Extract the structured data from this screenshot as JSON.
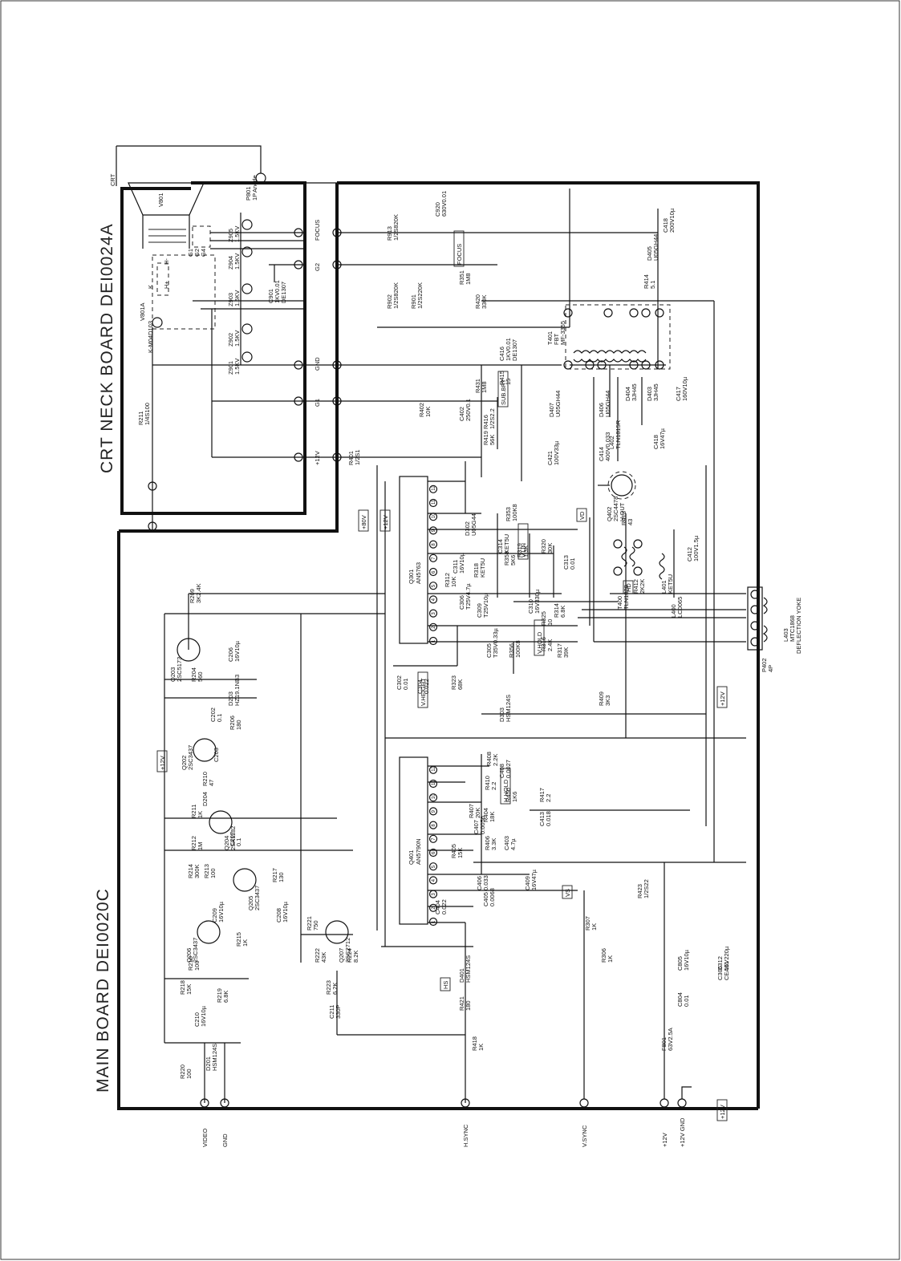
{
  "titles": {
    "crt_neck_board": "CRT NECK BOARD  DEI0024A",
    "main_board": "MAIN BOARD  DEI0020C"
  },
  "connector_bottom": [
    "VIDEO",
    "GND",
    "H.SYNC",
    "V.SYNC",
    "+12V",
    "+12V GND"
  ],
  "neck_labels": [
    "CRT",
    "Anode",
    "V801",
    "V801A",
    "K-M04D103",
    "K",
    "H+",
    "H-",
    "G1",
    "G2",
    "G4",
    "P801",
    "1P",
    "FOCUS",
    "G2",
    "GND",
    "G1",
    "+12V"
  ],
  "spark_gaps": [
    {
      "ref": "Z905",
      "val": "1.5KV"
    },
    {
      "ref": "Z904",
      "val": "1.5KV"
    },
    {
      "ref": "Z903",
      "val": "1.5KV"
    },
    {
      "ref": "Z902",
      "val": "1.5KV"
    },
    {
      "ref": "Z901",
      "val": "1.5KV"
    }
  ],
  "neck_parts": [
    {
      "ref": "C901",
      "val": "1KV0.01",
      "note": "DE1307"
    },
    {
      "ref": "R211",
      "val": "1/4S100"
    }
  ],
  "ics": [
    {
      "ref": "Q301",
      "val": "AN5763",
      "pins": [
        "1",
        "2",
        "3",
        "4",
        "5",
        "6",
        "7",
        "8",
        "9",
        "10",
        "11",
        "12"
      ]
    },
    {
      "ref": "Q401",
      "val": "AN5790N",
      "pins": [
        "1",
        "2",
        "3",
        "4",
        "5",
        "6",
        "7",
        "8",
        "9",
        "10",
        "11",
        "12"
      ]
    }
  ],
  "transistors": [
    {
      "ref": "Q203",
      "val": "2SC5173"
    },
    {
      "ref": "Q202",
      "val": "2SC3437"
    },
    {
      "ref": "Q204",
      "val": "2SA1182"
    },
    {
      "ref": "Q205",
      "val": "2SC3437"
    },
    {
      "ref": "Q206",
      "val": "2SC3437"
    },
    {
      "ref": "Q207",
      "val": "2SC2712"
    },
    {
      "ref": "Q402",
      "val": "2SC4478",
      "note": "H.OUT"
    }
  ],
  "diodes": [
    {
      "ref": "D203",
      "val": "HZ19.1NB3"
    },
    {
      "ref": "D201",
      "val": "HSM124S"
    },
    {
      "ref": "D204",
      "val": ""
    },
    {
      "ref": "D303",
      "val": "HSM124S"
    },
    {
      "ref": "D401",
      "val": "HSM124S"
    },
    {
      "ref": "D302",
      "val": "U05G44"
    },
    {
      "ref": "D407",
      "val": "U05GH44"
    },
    {
      "ref": "D406",
      "val": "U05GH44"
    },
    {
      "ref": "D404",
      "val": "3JH45"
    },
    {
      "ref": "D403",
      "val": "3JH45"
    },
    {
      "ref": "D405",
      "val": "U05GH44"
    }
  ],
  "transformers": [
    {
      "ref": "T401",
      "val": "FBT",
      "note": "MF-3355"
    },
    {
      "ref": "T400",
      "val": "TLN1828"
    },
    {
      "ref": "L402",
      "val": "TLN1815R"
    },
    {
      "ref": "L401",
      "val": "KET5U"
    },
    {
      "ref": "L400",
      "val": "LC0065"
    }
  ],
  "resistors_caps": [
    {
      "ref": "R913",
      "val": "1/2S820K"
    },
    {
      "ref": "C920",
      "val": "630V0.01"
    },
    {
      "ref": "R902",
      "val": "1/2S820K"
    },
    {
      "ref": "R901",
      "val": "1/2S220K"
    },
    {
      "ref": "R351",
      "val": "1M8"
    },
    {
      "ref": "R420",
      "val": "330K"
    },
    {
      "ref": "C418",
      "val": "200V10µ"
    },
    {
      "ref": "R414",
      "val": "5.1"
    },
    {
      "ref": "C416",
      "val": "1KV0.01",
      "note": "DE1307"
    },
    {
      "ref": "R415",
      "val": "15"
    },
    {
      "ref": "R431",
      "val": "1M8"
    },
    {
      "ref": "R402",
      "val": "10K"
    },
    {
      "ref": "C402",
      "val": "250V0.1"
    },
    {
      "ref": "R419",
      "val": "56K"
    },
    {
      "ref": "R416",
      "val": "1/2S2.2"
    },
    {
      "ref": "R401",
      "val": "1/2S1"
    },
    {
      "ref": "C421",
      "val": "100V33µ"
    },
    {
      "ref": "C414",
      "val": "400V0.033"
    },
    {
      "ref": "C417",
      "val": "160V10µ"
    },
    {
      "ref": "C418b",
      "val": "16V47µ"
    },
    {
      "ref": "R413",
      "val": "43"
    },
    {
      "ref": "C412",
      "val": "100V1.5µ"
    },
    {
      "ref": "R412",
      "val": "2K2K"
    },
    {
      "ref": "R209",
      "val": "3K2.4K"
    },
    {
      "ref": "C206",
      "val": "16V10µ"
    },
    {
      "ref": "R204",
      "val": "560"
    },
    {
      "ref": "R206",
      "val": "180"
    },
    {
      "ref": "C202",
      "val": "0.1"
    },
    {
      "ref": "C203",
      "val": ""
    },
    {
      "ref": "R210",
      "val": "47"
    },
    {
      "ref": "R211b",
      "val": "1K"
    },
    {
      "ref": "R212",
      "val": "1M"
    },
    {
      "ref": "C207",
      "val": "0.1"
    },
    {
      "ref": "R214",
      "val": "300K"
    },
    {
      "ref": "R213",
      "val": "100"
    },
    {
      "ref": "R217",
      "val": "130"
    },
    {
      "ref": "C208",
      "val": "16V10µ"
    },
    {
      "ref": "C209",
      "val": "16V10µ"
    },
    {
      "ref": "R215",
      "val": "1K"
    },
    {
      "ref": "R216",
      "val": "100"
    },
    {
      "ref": "R221",
      "val": "750"
    },
    {
      "ref": "R222",
      "val": "43K"
    },
    {
      "ref": "R224",
      "val": "8.2K"
    },
    {
      "ref": "R223",
      "val": "6.2K"
    },
    {
      "ref": "C211",
      "val": "330P"
    },
    {
      "ref": "R218",
      "val": "15K"
    },
    {
      "ref": "R219",
      "val": "6.8K"
    },
    {
      "ref": "C210",
      "val": "16V10µ"
    },
    {
      "ref": "R220",
      "val": "100"
    },
    {
      "ref": "R421",
      "val": "180"
    },
    {
      "ref": "R418",
      "val": "1K"
    },
    {
      "ref": "R307",
      "val": "1K"
    },
    {
      "ref": "R306",
      "val": "1K"
    },
    {
      "ref": "C805",
      "val": "16V10µ"
    },
    {
      "ref": "C804",
      "val": "0.01"
    },
    {
      "ref": "F801",
      "val": "63V2.5A"
    },
    {
      "ref": "R423",
      "val": "1/2S22"
    },
    {
      "ref": "R409",
      "val": "3K3"
    },
    {
      "ref": "R408",
      "val": "2.2K"
    },
    {
      "ref": "C408",
      "val": "0.0027"
    },
    {
      "ref": "R410",
      "val": "2.2"
    },
    {
      "ref": "R407",
      "val": "20K"
    },
    {
      "ref": "R404",
      "val": "18K"
    },
    {
      "ref": "R450",
      "val": "1K6"
    },
    {
      "ref": "R417",
      "val": "2.2"
    },
    {
      "ref": "C413",
      "val": "0.018"
    },
    {
      "ref": "C407",
      "val": "0.0056"
    },
    {
      "ref": "R405",
      "val": "15K"
    },
    {
      "ref": "R406",
      "val": "3.3K"
    },
    {
      "ref": "C403",
      "val": "4.7µ"
    },
    {
      "ref": "C404",
      "val": "0.022"
    },
    {
      "ref": "C405",
      "val": "0.0068"
    },
    {
      "ref": "C406",
      "val": "0.033"
    },
    {
      "ref": "C409",
      "val": "16V47µ"
    },
    {
      "ref": "C311",
      "val": "16V10µ"
    },
    {
      "ref": "C314",
      "val": "KET5U"
    },
    {
      "ref": "R318",
      "val": "KET5U"
    },
    {
      "ref": "R358",
      "val": "5K6"
    },
    {
      "ref": "R319",
      "val": "1.3K"
    },
    {
      "ref": "R320",
      "val": "30K"
    },
    {
      "ref": "C313",
      "val": "0.01"
    },
    {
      "ref": "C306",
      "val": "T25V4.7µ"
    },
    {
      "ref": "C309",
      "val": "T25V10µ"
    },
    {
      "ref": "C310",
      "val": "16V330µ"
    },
    {
      "ref": "R325",
      "val": "10"
    },
    {
      "ref": "R314",
      "val": "6.8K"
    },
    {
      "ref": "R316",
      "val": "2.4K"
    },
    {
      "ref": "R317",
      "val": "39K"
    },
    {
      "ref": "C305",
      "val": "T35V0.33µ"
    },
    {
      "ref": "R356",
      "val": "100K8"
    },
    {
      "ref": "C302",
      "val": "0.01"
    },
    {
      "ref": "C304",
      "val": "0.022"
    },
    {
      "ref": "R323",
      "val": "68K"
    },
    {
      "ref": "R353",
      "val": "100K8"
    },
    {
      "ref": "R312",
      "val": "10K"
    },
    {
      "ref": "C312",
      "val": "16V220µ"
    },
    {
      "ref": "C306b",
      "val": "CEA01"
    }
  ],
  "controls": [
    "FOCUS",
    "SUB.BRT",
    "V.HEIGHT",
    "V.HOLD",
    "H.HOLD",
    "V.LIN"
  ],
  "rails": [
    "+80V",
    "+12V",
    "+12V",
    "+12V",
    "+12V"
  ],
  "sync_tags": [
    "HS",
    "VS",
    "VD",
    "HD"
  ],
  "yoke": {
    "ref": "P402",
    "pins": "4P",
    "coil": "L403",
    "coil_val": "MTC1868",
    "label": "DEFLECTION YOKE"
  }
}
